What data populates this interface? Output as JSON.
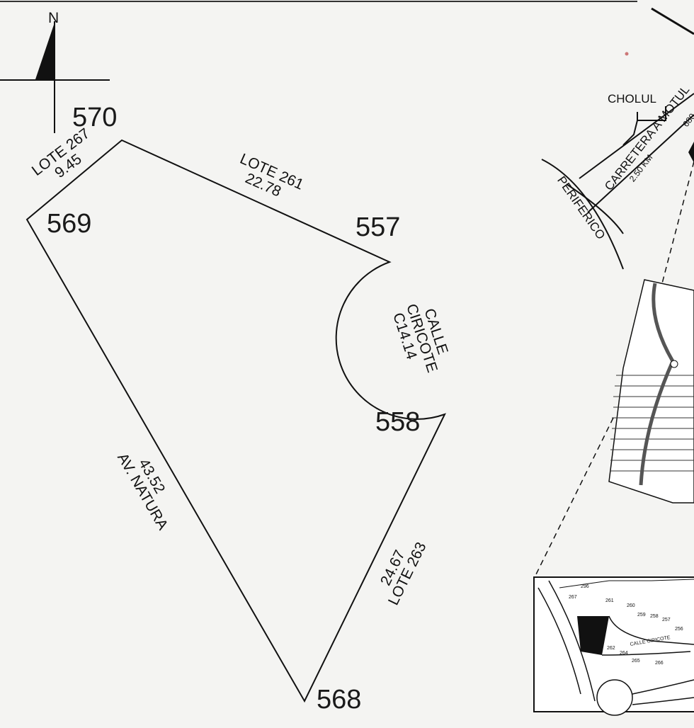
{
  "north": {
    "label": "N"
  },
  "vertices": {
    "v570": "570",
    "v569": "569",
    "v557": "557",
    "v558": "558",
    "v568": "568"
  },
  "edges": {
    "lote267": {
      "name": "LOTE 267",
      "length": "9.45"
    },
    "lote261": {
      "name": "LOTE 261",
      "length": "22.78"
    },
    "calle": {
      "name_line1": "CALLE",
      "name_line2": "CIRICOTE",
      "length": "C14.14"
    },
    "lote263": {
      "name": "LOTE 263",
      "length": "24.67"
    },
    "natura": {
      "name": "AV. NATURA",
      "length": "43.52"
    }
  },
  "location_map": {
    "town": "CHOLUL",
    "road": "CARRETERA A MOTUL",
    "road_number": "680",
    "distance": "2.50 KM",
    "ring_road": "PERIFERICO"
  },
  "detail_map": {
    "street": "CALLE CIRICOTE",
    "lots": [
      "296",
      "267",
      "261",
      "260",
      "259",
      "258",
      "257",
      "256",
      "262",
      "264",
      "265",
      "266"
    ]
  }
}
